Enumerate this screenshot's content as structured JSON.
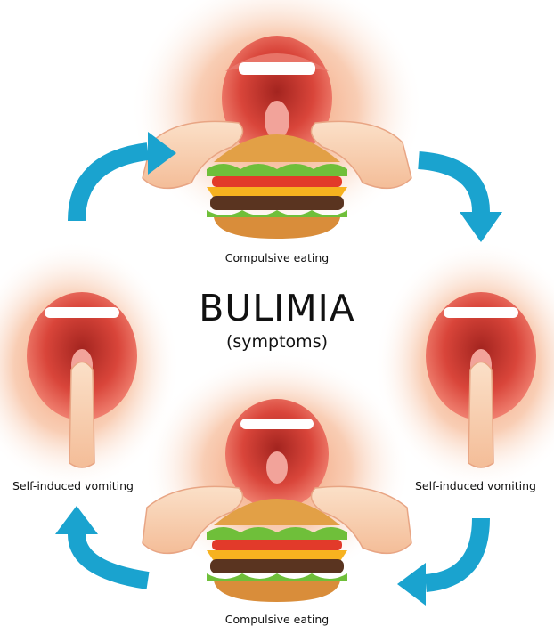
{
  "title": "BULIMIA",
  "subtitle": "(symptoms)",
  "captions": {
    "top": "Compulsive eating",
    "right": "Self-induced vomiting",
    "bottom": "Compulsive eating",
    "left": "Self-induced vomiting"
  },
  "colors": {
    "arrow": "#1aa3cf",
    "skin": "#f6c7a6",
    "glow": "#f39a70",
    "mouth": "#d9453a",
    "bun": "#e0a045",
    "lettuce": "#6fbf3a",
    "tomato": "#e23a2a",
    "cheese": "#f7b21f",
    "patty": "#5a3420"
  },
  "cycle_direction": "clockwise"
}
